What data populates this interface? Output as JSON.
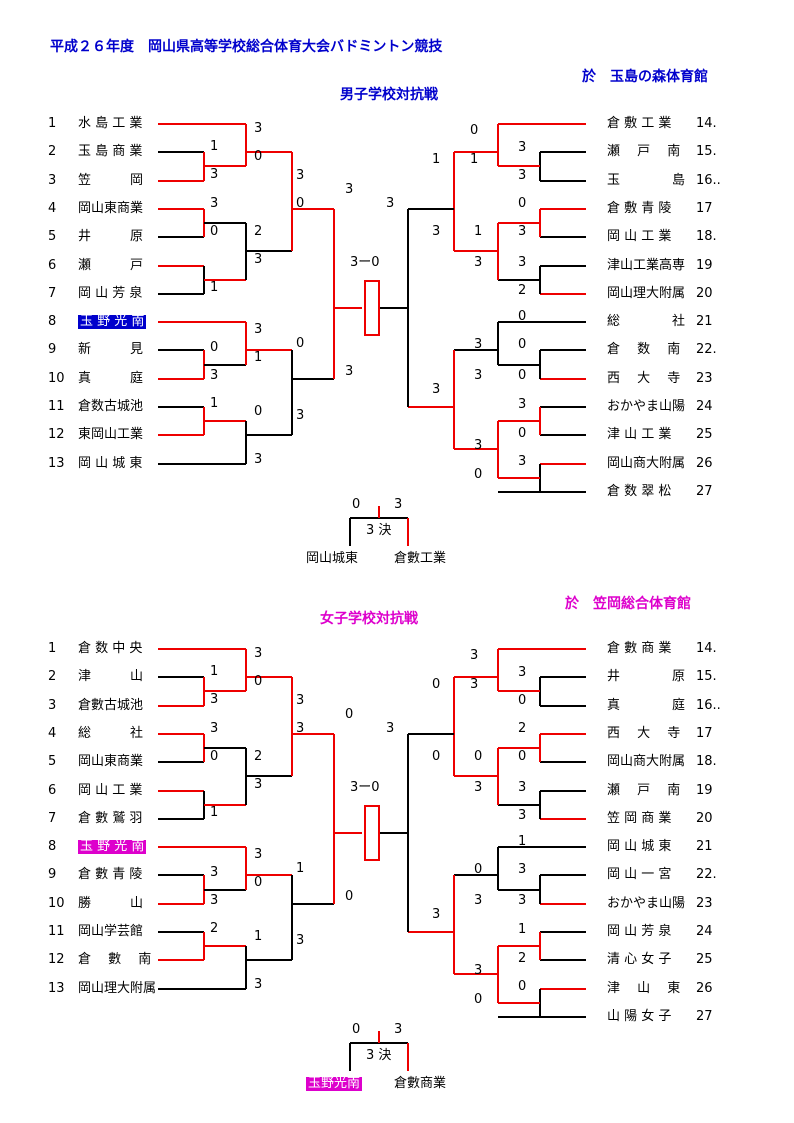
{
  "header": {
    "title": "平成２６年度　岡山県高等学校総合体育大会バドミントン競技",
    "venue_boys": "於　玉島の森体育館",
    "boys_title": "男子学校対抗戦",
    "venue_girls": "於　笠岡総合体育館",
    "girls_title": "女子学校対抗戦"
  },
  "boys": {
    "left": [
      {
        "num": "1",
        "name": "水 島 工 業"
      },
      {
        "num": "2",
        "name": "玉 島 商 業"
      },
      {
        "num": "3",
        "name": "笠　　　岡"
      },
      {
        "num": "4",
        "name": "岡山東商業"
      },
      {
        "num": "5",
        "name": "井　　　原"
      },
      {
        "num": "6",
        "name": "瀬　　　戸"
      },
      {
        "num": "7",
        "name": "岡 山 芳 泉"
      },
      {
        "num": "8",
        "name": "玉 野 光 南"
      },
      {
        "num": "9",
        "name": "新　　　見"
      },
      {
        "num": "10",
        "name": "真　　　庭"
      },
      {
        "num": "11",
        "name": "倉数古城池"
      },
      {
        "num": "12",
        "name": "東岡山工業"
      },
      {
        "num": "13",
        "name": "岡 山 城 東"
      }
    ],
    "right": [
      {
        "num": "14.",
        "name": "倉 敷 工 業"
      },
      {
        "num": "15.",
        "name": "瀬　 戸　 南"
      },
      {
        "num": "16..",
        "name": "玉　　　　島"
      },
      {
        "num": "17",
        "name": "倉 敷 青 陵"
      },
      {
        "num": "18.",
        "name": "岡 山 工 業"
      },
      {
        "num": "19",
        "name": "津山工業高専"
      },
      {
        "num": "20",
        "name": "岡山理大附属"
      },
      {
        "num": "21",
        "name": "総　　　　社"
      },
      {
        "num": "22.",
        "name": "倉　 数　 南"
      },
      {
        "num": "23",
        "name": "西　 大　 寺"
      },
      {
        "num": "24",
        "name": "おかやま山陽"
      },
      {
        "num": "25",
        "name": "津 山 工 業"
      },
      {
        "num": "26",
        "name": "岡山商大附属"
      },
      {
        "num": "27",
        "name": "倉 数 翠 松"
      }
    ],
    "final_score": "3ー0",
    "third_place": {
      "left_score": "0",
      "right_score": "3",
      "label": "3 決",
      "left_team": "岡山城東",
      "right_team": "倉數工業"
    }
  },
  "girls": {
    "left": [
      {
        "num": "1",
        "name": "倉 数 中 央"
      },
      {
        "num": "2",
        "name": "津　　　山"
      },
      {
        "num": "3",
        "name": "倉數古城池"
      },
      {
        "num": "4",
        "name": "総　　　社"
      },
      {
        "num": "5",
        "name": "岡山東商業"
      },
      {
        "num": "6",
        "name": "岡 山 工 業"
      },
      {
        "num": "7",
        "name": "倉 數 鷲 羽"
      },
      {
        "num": "8",
        "name": "玉 野 光 南"
      },
      {
        "num": "9",
        "name": "倉 數 青 陵"
      },
      {
        "num": "10",
        "name": "勝　　　山"
      },
      {
        "num": "11",
        "name": "岡山学芸館"
      },
      {
        "num": "12",
        "name": "倉　 數　 南"
      },
      {
        "num": "13",
        "name": "岡山理大附属"
      }
    ],
    "right": [
      {
        "num": "14.",
        "name": "倉 數 商 業"
      },
      {
        "num": "15.",
        "name": "井　　　　原"
      },
      {
        "num": "16..",
        "name": "真　　　　庭"
      },
      {
        "num": "17",
        "name": "西　 大　 寺"
      },
      {
        "num": "18.",
        "name": "岡山商大附属"
      },
      {
        "num": "19",
        "name": "瀬　 戸　 南"
      },
      {
        "num": "20",
        "name": "笠 岡 商 業"
      },
      {
        "num": "21",
        "name": "岡 山 城 東"
      },
      {
        "num": "22.",
        "name": "岡 山 一 宮"
      },
      {
        "num": "23",
        "name": "おかやま山陽"
      },
      {
        "num": "24",
        "name": "岡 山 芳 泉"
      },
      {
        "num": "25",
        "name": "清 心 女 子"
      },
      {
        "num": "26",
        "name": "津　 山　 東"
      },
      {
        "num": "27",
        "name": "山 陽 女 子"
      }
    ],
    "final_score": "3ー0",
    "third_place": {
      "left_score": "0",
      "right_score": "3",
      "label": "3 決",
      "left_team": "玉野光南",
      "right_team": "倉數商業"
    }
  },
  "scores": {
    "boys": [
      "3",
      "0",
      "1",
      "3",
      "3",
      "0",
      "2",
      "3",
      "1",
      "3",
      "0",
      "3",
      "3",
      "1",
      "0",
      "3",
      "1",
      "0",
      "3",
      "0",
      "3",
      "3",
      "0",
      "1",
      "3",
      "3",
      "0",
      "3",
      "3",
      "2",
      "1",
      "3",
      "1",
      "3",
      "3",
      "0",
      "0",
      "3",
      "3",
      "0",
      "3",
      "0",
      "3",
      "3",
      "0",
      "3"
    ],
    "girls": [
      "3",
      "0",
      "1",
      "3",
      "3",
      "0",
      "2",
      "3",
      "1",
      "3",
      "3",
      "0",
      "3",
      "0",
      "3",
      "3",
      "2",
      "1",
      "3",
      "1",
      "3",
      "0",
      "3",
      "3",
      "3",
      "0",
      "2",
      "0",
      "3",
      "3",
      "0",
      "3",
      "0",
      "0",
      "3",
      "1",
      "3",
      "0",
      "3",
      "3",
      "1",
      "2",
      "0",
      "3",
      "0",
      "3"
    ]
  }
}
